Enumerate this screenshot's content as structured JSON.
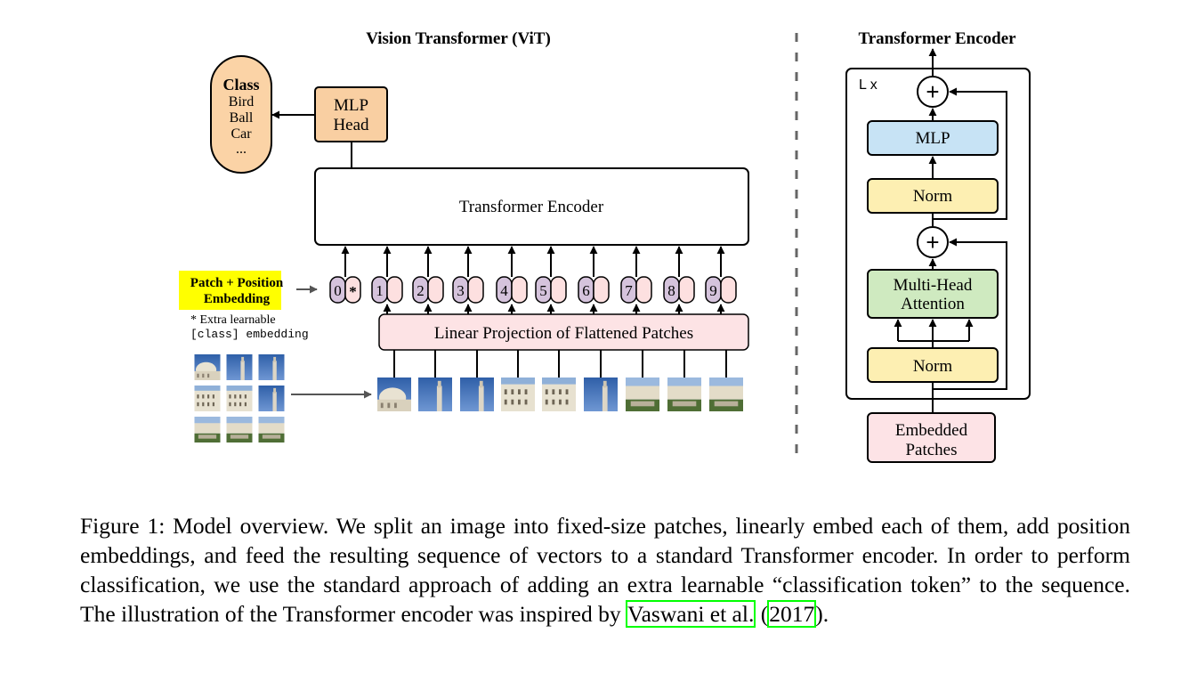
{
  "vit": {
    "title": "Vision Transformer (ViT)",
    "class_box": {
      "heading": "Class",
      "items": [
        "Bird",
        "Ball",
        "Car",
        "..."
      ]
    },
    "mlp_head": [
      "MLP",
      "Head"
    ],
    "transformer_encoder_label": "Transformer Encoder",
    "embedding_label": [
      "Patch + Position",
      "Embedding"
    ],
    "footnote": [
      "* Extra learnable",
      "[class] embedding"
    ],
    "token_numbers": [
      "0",
      "1",
      "2",
      "3",
      "4",
      "5",
      "6",
      "7",
      "8",
      "9"
    ],
    "class_token_marker": "*",
    "linear_projection": "Linear Projection of Flattened Patches"
  },
  "encoder": {
    "title": "Transformer Encoder",
    "repeat_label": "L x",
    "plus_symbol": "+",
    "mlp": "MLP",
    "norm_top": "Norm",
    "attention": [
      "Multi-Head",
      "Attention"
    ],
    "norm_bottom": "Norm",
    "embedded_patches": [
      "Embedded",
      "Patches"
    ]
  },
  "caption": {
    "text": "Figure 1: Model overview. We split an image into fixed-size patches, linearly embed each of them, add position embeddings, and feed the resulting sequence of vectors to a standard Transformer encoder. In order to perform classification, we use the standard approach of adding an extra learnable “classification token” to the sequence. The illustration of the Transformer encoder was inspired by ",
    "cite_authors": "Vaswani et al.",
    "cite_open": " (",
    "cite_year": "2017",
    "cite_close": ")."
  },
  "colors": {
    "mlp_head_fill": "#f9cfa2",
    "class_fill": "#fbd3a6",
    "token_purple": "#d5c3dc",
    "token_pink": "#fde0e0",
    "projection_fill": "#fde3e5",
    "mlp_fill": "#c7e3f5",
    "norm_fill": "#fdefb2",
    "attention_fill": "#cfeac0",
    "embedded_fill": "#fde3e6",
    "highlight_yellow": "#ffff00",
    "cite_outline": "#00ff00"
  },
  "icons": {
    "patch_images": "photo-patch-icon",
    "arrows": "arrow-icon"
  }
}
